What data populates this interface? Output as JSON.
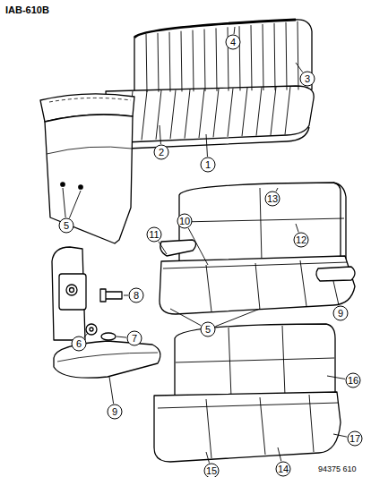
{
  "diagram": {
    "labels": [
      "IAB-610B",
      "4",
      "3",
      "2",
      "1",
      "5",
      "13",
      "10",
      "12",
      "11",
      "8",
      "5",
      "9",
      "6",
      "7",
      "9",
      "16",
      "17",
      "15",
      "14",
      "94375 610"
    ]
  }
}
